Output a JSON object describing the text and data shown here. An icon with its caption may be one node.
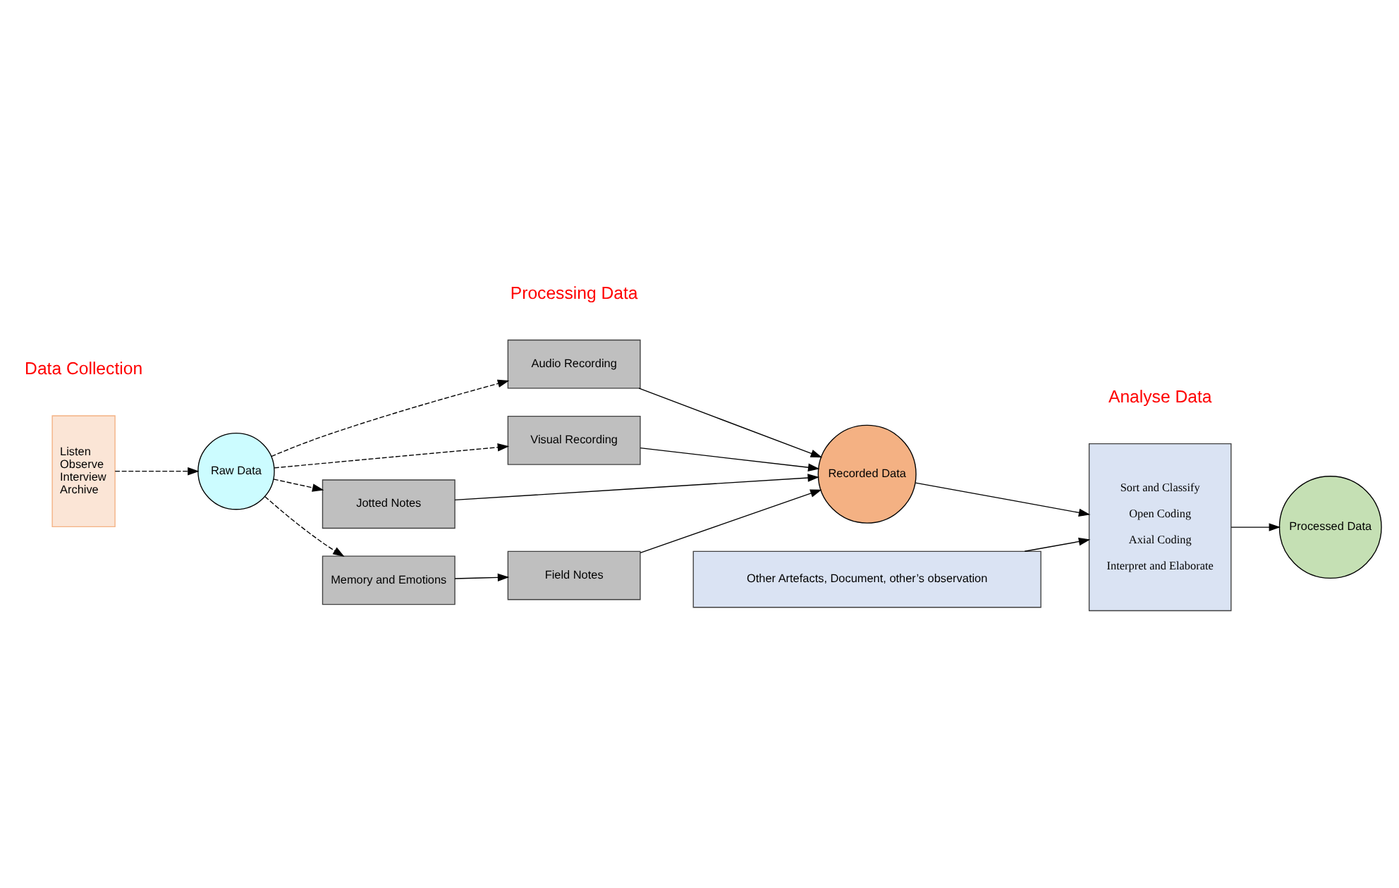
{
  "diagram": {
    "nodes": [
      {
        "text": [
          "Listen",
          "Observe",
          "Interview",
          "Archive"
        ]
      },
      {
        "text": [
          "Raw Data"
        ]
      },
      {
        "text": [
          "Audio Recording"
        ]
      },
      {
        "text": [
          "Visual Recording"
        ]
      },
      {
        "text": [
          "Jotted Notes"
        ]
      },
      {
        "text": [
          "Recorded Data"
        ]
      },
      {
        "text": [
          "Sort and Classify",
          "Open Coding",
          "Axial Coding",
          "Interpret and Elaborate"
        ]
      },
      {
        "text": [
          "Memory and Emotions"
        ]
      },
      {
        "text": [
          "Field Notes"
        ]
      },
      {
        "text": [
          "Processed Data"
        ]
      },
      {
        "text": [
          "Other Artefacts, Document, other’s observation"
        ]
      }
    ],
    "edges": [
      {
        "from": 0,
        "to": 1,
        "arrow": "to",
        "style": "dashed"
      },
      {
        "from": 1,
        "to": 2,
        "arrow": "to",
        "style": "dashed"
      },
      {
        "from": 1,
        "to": 3,
        "arrow": "to",
        "style": "dashed"
      },
      {
        "from": 1,
        "to": 4,
        "arrow": "to",
        "style": "dashed"
      },
      {
        "from": 1,
        "to": 7,
        "arrow": "to",
        "style": "dashed"
      },
      {
        "from": 7,
        "to": 8,
        "arrow": "to"
      },
      {
        "from": 2,
        "to": 5,
        "arrow": "to"
      },
      {
        "from": 3,
        "to": 5,
        "arrow": "to"
      },
      {
        "from": 4,
        "to": 5,
        "arrow": "to"
      },
      {
        "from": 8,
        "to": 5,
        "arrow": "to"
      },
      {
        "from": 5,
        "to": 6,
        "arrow": "to"
      },
      {
        "from": 10,
        "to": 6,
        "arrow": "to"
      },
      {
        "from": 6,
        "to": 9,
        "arrow": "to"
      }
    ],
    "labels": [
      "Processing Data",
      "Data Collection",
      "Analyse Data"
    ]
  }
}
